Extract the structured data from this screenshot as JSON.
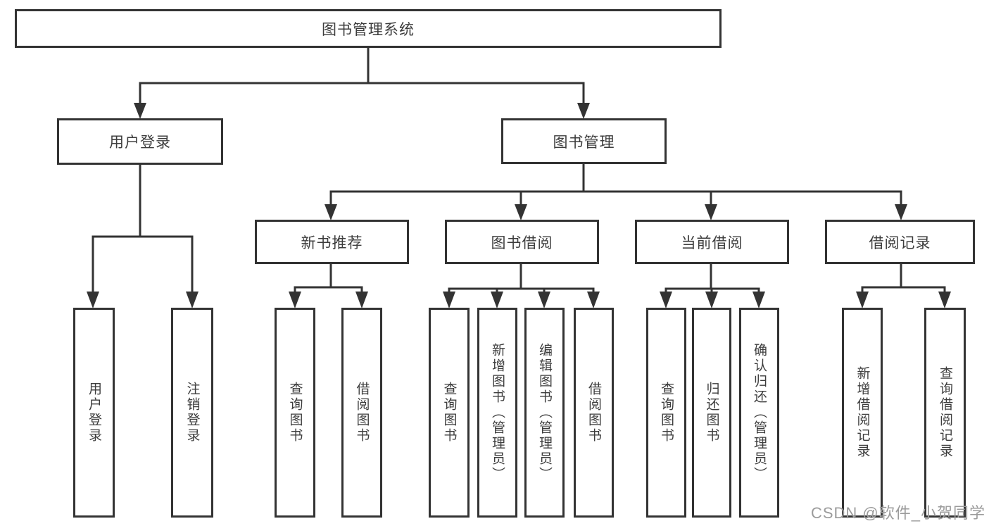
{
  "diagram": {
    "title_node": "图书管理系统",
    "level2": {
      "user_login": "用户登录",
      "book_mgmt": "图书管理"
    },
    "level3": {
      "new_books": "新书推荐",
      "book_borrow": "图书借阅",
      "current_borrow": "当前借阅",
      "borrow_records": "借阅记录"
    },
    "leaves": {
      "user_login": [
        "用户登录",
        "注销登录"
      ],
      "new_books": [
        "查询图书",
        "借阅图书"
      ],
      "book_borrow": [
        "查询图书",
        "新增图书（管理员）",
        "编辑图书（管理员）",
        "借阅图书"
      ],
      "current_borrow": [
        "查询图书",
        "归还图书",
        "确认归还（管理员）"
      ],
      "borrow_records": [
        "新增借阅记录",
        "查询借阅记录"
      ]
    },
    "colors": {
      "line": "#333333",
      "box_border": "#333333",
      "text": "#3d3d3d",
      "watermark": "#9b9b9b",
      "background": "#ffffff"
    }
  },
  "watermark": "CSDN @软件_小贺同学"
}
